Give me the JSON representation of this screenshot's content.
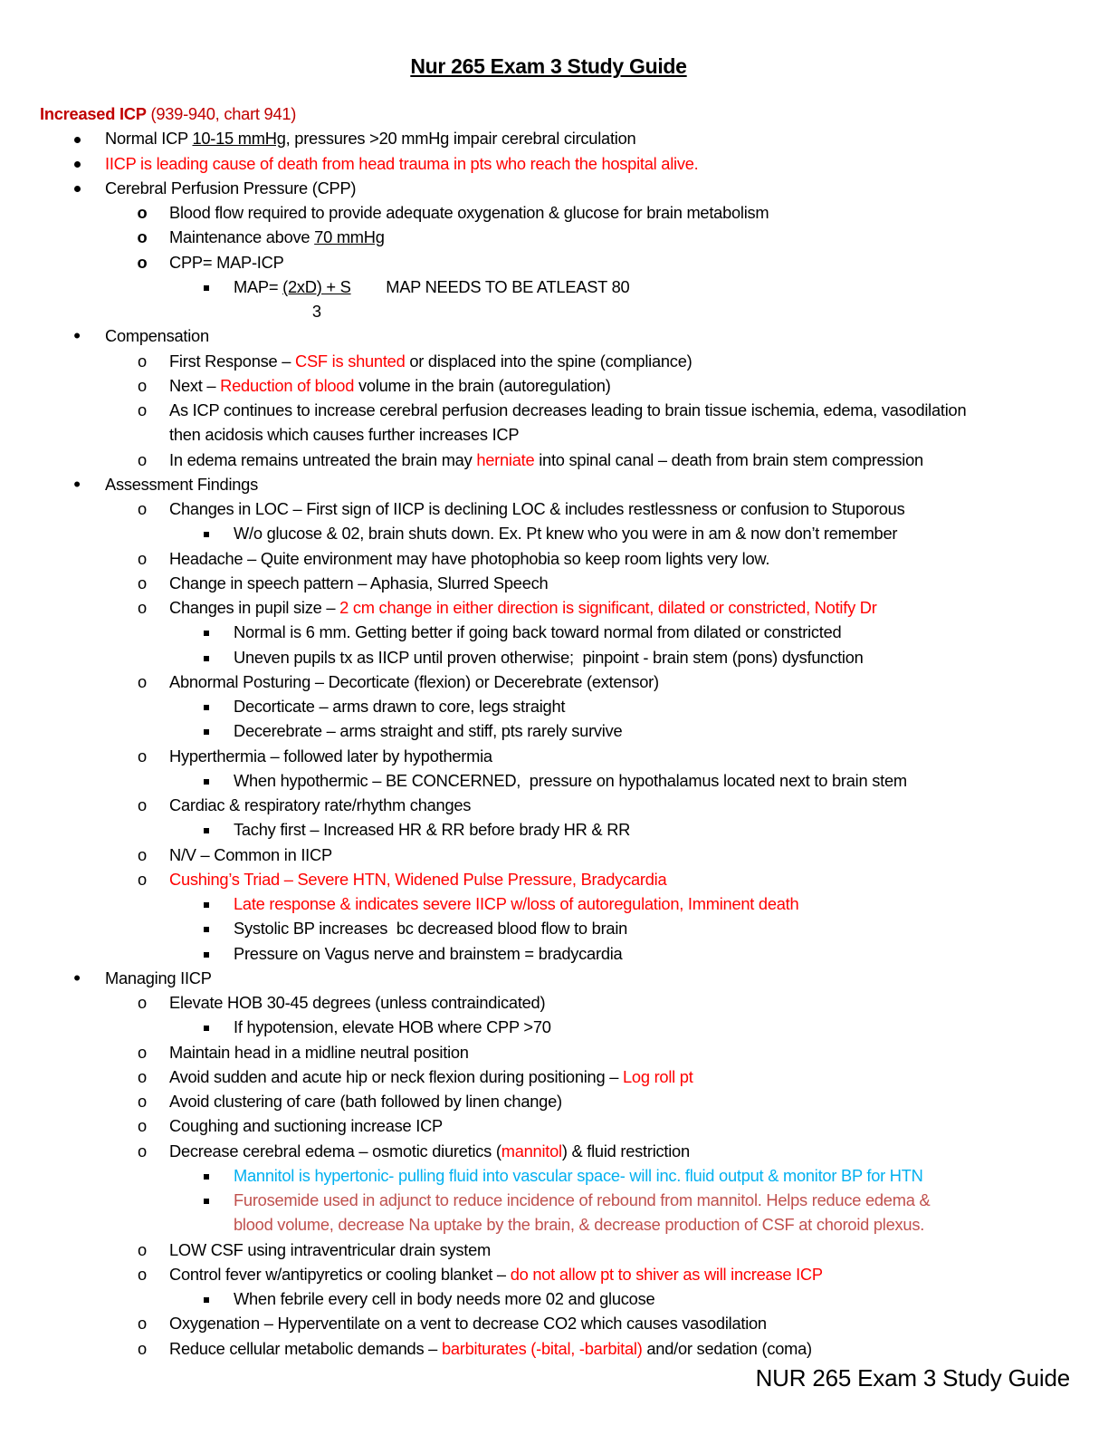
{
  "title": "Nur 265 Exam 3 Study Guide",
  "footer": "NUR 265 Exam 3 Study Guide",
  "colors": {
    "dark_red": "#c00000",
    "red": "#ff0000",
    "blue": "#00b0f0",
    "furosemide": "#c0504d"
  },
  "lines": [
    {
      "lv": 0,
      "s": [
        [
          "Increased ICP",
          "r B"
        ],
        [
          " (939-940, chart 941)",
          "r"
        ]
      ]
    },
    {
      "lv": 1,
      "bt": "dot",
      "s": [
        [
          "Normal ICP ",
          ""
        ],
        [
          "10-15 mmHg",
          "u"
        ],
        [
          ", pressures >20 mmHg impair cerebral circulation",
          ""
        ]
      ]
    },
    {
      "lv": 1,
      "bt": "dot",
      "s": [
        [
          "IICP is leading cause of death from head trauma in pts who reach the hospital alive.",
          "R"
        ]
      ]
    },
    {
      "lv": 1,
      "bt": "dot",
      "s": [
        [
          "Cerebral Perfusion Pressure (CPP)",
          ""
        ]
      ]
    },
    {
      "lv": 2,
      "bt": "o-bold",
      "s": [
        [
          "Blood flow required to provide adequate oxygenation & glucose for brain metabolism",
          ""
        ]
      ]
    },
    {
      "lv": 2,
      "bt": "o-bold",
      "s": [
        [
          "Maintenance above ",
          ""
        ],
        [
          "70 mmHg",
          "u"
        ]
      ]
    },
    {
      "lv": 2,
      "bt": "o-bold",
      "s": [
        [
          "CPP= MAP-ICP",
          ""
        ]
      ]
    },
    {
      "lv": 3,
      "bt": "sq",
      "s": [
        [
          "MAP= ",
          ""
        ],
        [
          "(2xD) + S",
          "u"
        ],
        [
          "        MAP NEEDS TO BE ATLEAST 80",
          ""
        ]
      ]
    },
    {
      "lv": 3,
      "s": [
        [
          "                  3",
          ""
        ]
      ]
    },
    {
      "lv": 1,
      "bt": "•",
      "s": [
        [
          "Compensation",
          ""
        ]
      ]
    },
    {
      "lv": 2,
      "bt": "o",
      "s": [
        [
          "First Response – ",
          ""
        ],
        [
          "CSF is shunted",
          "R"
        ],
        [
          " or displaced into the spine (compliance)",
          ""
        ]
      ]
    },
    {
      "lv": 2,
      "bt": "o",
      "s": [
        [
          "Next – ",
          ""
        ],
        [
          "Reduction of blood",
          "R"
        ],
        [
          " volume in the brain (autoregulation)",
          ""
        ]
      ]
    },
    {
      "lv": 2,
      "bt": "o",
      "s": [
        [
          "As ICP continues to increase cerebral perfusion decreases leading to brain tissue ischemia, edema, vasodilation",
          ""
        ]
      ]
    },
    {
      "lv": 2,
      "s": [
        [
          "then acidosis which causes further increases ICP",
          ""
        ]
      ]
    },
    {
      "lv": 2,
      "bt": "o",
      "s": [
        [
          "In edema remains untreated the brain may ",
          ""
        ],
        [
          "herniate",
          "R"
        ],
        [
          " into spinal canal – death from brain stem compression",
          ""
        ]
      ]
    },
    {
      "lv": 1,
      "bt": "•",
      "s": [
        [
          "Assessment Findings",
          ""
        ]
      ]
    },
    {
      "lv": 2,
      "bt": "o",
      "s": [
        [
          "Changes in LOC – First sign of IICP is declining LOC & includes restlessness or confusion to Stuporous",
          ""
        ]
      ]
    },
    {
      "lv": 3,
      "bt": "sq",
      "s": [
        [
          "W/o glucose & 02, brain shuts down. Ex. Pt knew who you were in am & now don’t remember",
          ""
        ]
      ]
    },
    {
      "lv": 2,
      "bt": "o",
      "s": [
        [
          "Headache – Quite environment may have photophobia so keep room lights very low.",
          ""
        ]
      ]
    },
    {
      "lv": 2,
      "bt": "o",
      "s": [
        [
          "Change in speech pattern – Aphasia, Slurred Speech",
          ""
        ]
      ]
    },
    {
      "lv": 2,
      "bt": "o",
      "s": [
        [
          "Changes in pupil size – ",
          ""
        ],
        [
          "2 cm change in either direction is significant, dilated or constricted, Notify Dr",
          "R"
        ]
      ]
    },
    {
      "lv": 3,
      "bt": "sq",
      "s": [
        [
          "Normal is 6 mm. Getting better if going back toward normal from dilated or constricted",
          ""
        ]
      ]
    },
    {
      "lv": 3,
      "bt": "sq",
      "s": [
        [
          "Uneven pupils tx as IICP until proven otherwise;  pinpoint - brain stem (pons) dysfunction",
          ""
        ]
      ]
    },
    {
      "lv": 2,
      "bt": "o",
      "s": [
        [
          "Abnormal Posturing – Decorticate (flexion) or Decerebrate (extensor)",
          ""
        ]
      ]
    },
    {
      "lv": 3,
      "bt": "sq",
      "s": [
        [
          "Decorticate – arms drawn to core, legs straight",
          ""
        ]
      ]
    },
    {
      "lv": 3,
      "bt": "sq",
      "s": [
        [
          "Decerebrate – arms straight and stiff, pts rarely survive",
          ""
        ]
      ]
    },
    {
      "lv": 2,
      "bt": "o",
      "s": [
        [
          "Hyperthermia – followed later by hypothermia",
          ""
        ]
      ]
    },
    {
      "lv": 3,
      "bt": "sq",
      "s": [
        [
          "When hypothermic – BE CONCERNED,  pressure on hypothalamus located next to brain stem",
          ""
        ]
      ]
    },
    {
      "lv": 2,
      "bt": "o",
      "s": [
        [
          "Cardiac & respiratory rate/rhythm changes",
          ""
        ]
      ]
    },
    {
      "lv": 3,
      "bt": "sq",
      "s": [
        [
          "Tachy first – Increased HR & RR before brady HR & RR",
          ""
        ]
      ]
    },
    {
      "lv": 2,
      "bt": "o",
      "s": [
        [
          "N/V – Common in IICP",
          ""
        ]
      ]
    },
    {
      "lv": 2,
      "bt": "o",
      "s": [
        [
          "Cushing’s Triad – Severe HTN, Widened Pulse Pressure, Bradycardia",
          "R"
        ]
      ]
    },
    {
      "lv": 3,
      "bt": "sq",
      "s": [
        [
          "Late response & indicates severe IICP w/loss of autoregulation, Imminent death",
          "R"
        ]
      ]
    },
    {
      "lv": 3,
      "bt": "sq",
      "s": [
        [
          "Systolic BP increases  bc decreased blood flow to brain",
          ""
        ]
      ]
    },
    {
      "lv": 3,
      "bt": "sq",
      "s": [
        [
          "Pressure on Vagus nerve and brainstem = bradycardia",
          ""
        ]
      ]
    },
    {
      "lv": 1,
      "bt": "•",
      "s": [
        [
          "Managing IICP",
          ""
        ]
      ]
    },
    {
      "lv": 2,
      "bt": "o",
      "s": [
        [
          "Elevate HOB 30-45 degrees (unless contraindicated)",
          ""
        ]
      ]
    },
    {
      "lv": 3,
      "bt": "sq",
      "s": [
        [
          "If hypotension, elevate HOB where CPP >70",
          ""
        ]
      ]
    },
    {
      "lv": 2,
      "bt": "o",
      "s": [
        [
          "Maintain head in a midline neutral position",
          ""
        ]
      ]
    },
    {
      "lv": 2,
      "bt": "o",
      "s": [
        [
          "Avoid sudden and acute hip or neck flexion during positioning – ",
          ""
        ],
        [
          "Log roll pt",
          "R"
        ]
      ]
    },
    {
      "lv": 2,
      "bt": "o",
      "s": [
        [
          "Avoid clustering of care (bath followed by linen change)",
          ""
        ]
      ]
    },
    {
      "lv": 2,
      "bt": "o",
      "s": [
        [
          "Coughing and suctioning increase ICP",
          ""
        ]
      ]
    },
    {
      "lv": 2,
      "bt": "o",
      "s": [
        [
          "Decrease cerebral edema – osmotic diuretics (",
          ""
        ],
        [
          "mannitol",
          "R"
        ],
        [
          ") & fluid restriction",
          ""
        ]
      ]
    },
    {
      "lv": 3,
      "bt": "sq",
      "s": [
        [
          "Mannitol is hypertonic- pulling fluid into vascular space- will inc. fluid output & monitor BP for HTN",
          "bl"
        ]
      ]
    },
    {
      "lv": 3,
      "bt": "sq",
      "s": [
        [
          "Furosemide used in adjunct to reduce incidence of rebound from mannitol. Helps reduce edema &",
          "f"
        ]
      ]
    },
    {
      "lv": 3,
      "s": [
        [
          "blood volume, decrease Na uptake by the brain, & decrease production of CSF at choroid plexus.",
          "f"
        ]
      ]
    },
    {
      "lv": 2,
      "bt": "o",
      "s": [
        [
          "LOW CSF using intraventricular drain system",
          ""
        ]
      ]
    },
    {
      "lv": 2,
      "bt": "o",
      "s": [
        [
          "Control fever w/antipyretics or cooling blanket – ",
          ""
        ],
        [
          "do not allow pt to shiver as will increase ICP",
          "R"
        ]
      ]
    },
    {
      "lv": 3,
      "bt": "sq",
      "s": [
        [
          "When febrile every cell in body needs more 02 and glucose",
          ""
        ]
      ]
    },
    {
      "lv": 2,
      "bt": "o",
      "s": [
        [
          "Oxygenation – Hyperventilate on a vent to decrease CO2 which causes vasodilation",
          ""
        ]
      ]
    },
    {
      "lv": 2,
      "bt": "o",
      "s": [
        [
          "Reduce cellular metabolic demands – ",
          ""
        ],
        [
          "barbiturates (-bital, -barbital)",
          "R"
        ],
        [
          " and/or sedation (coma)",
          ""
        ]
      ]
    }
  ]
}
